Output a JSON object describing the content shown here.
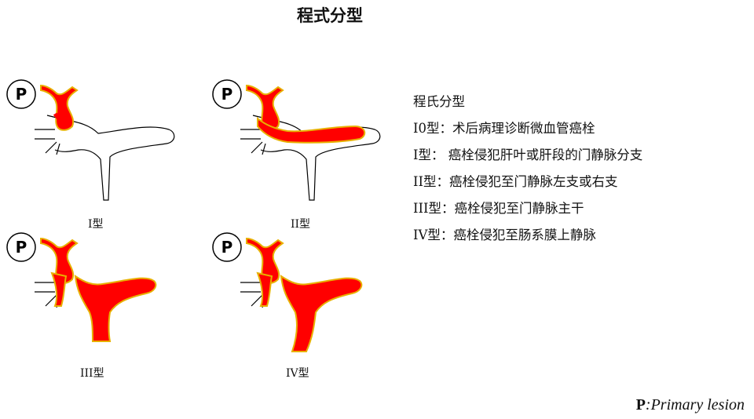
{
  "title": "程式分型",
  "marker_label": "P",
  "panels": [
    {
      "caption": "I型"
    },
    {
      "caption": "II型"
    },
    {
      "caption": "III型"
    },
    {
      "caption": "IV型"
    }
  ],
  "legend": {
    "heading": "程氏分型",
    "items": [
      "I0型：术后病理诊断微血管癌栓",
      "I型：  癌栓侵犯肝叶或肝段的门静脉分支",
      "II型：癌栓侵犯至门静脉左支或右支",
      "III型：癌栓侵犯至门静脉主干",
      "IV型：癌栓侵犯至肠系膜上静脉"
    ]
  },
  "footnote": {
    "symbol": "P",
    "text": ":Primary lesion"
  },
  "colors": {
    "thrombus": "#ff0000",
    "thrombus_edge": "#e8b000",
    "vessel_outline": "#000000",
    "background": "#ffffff"
  }
}
